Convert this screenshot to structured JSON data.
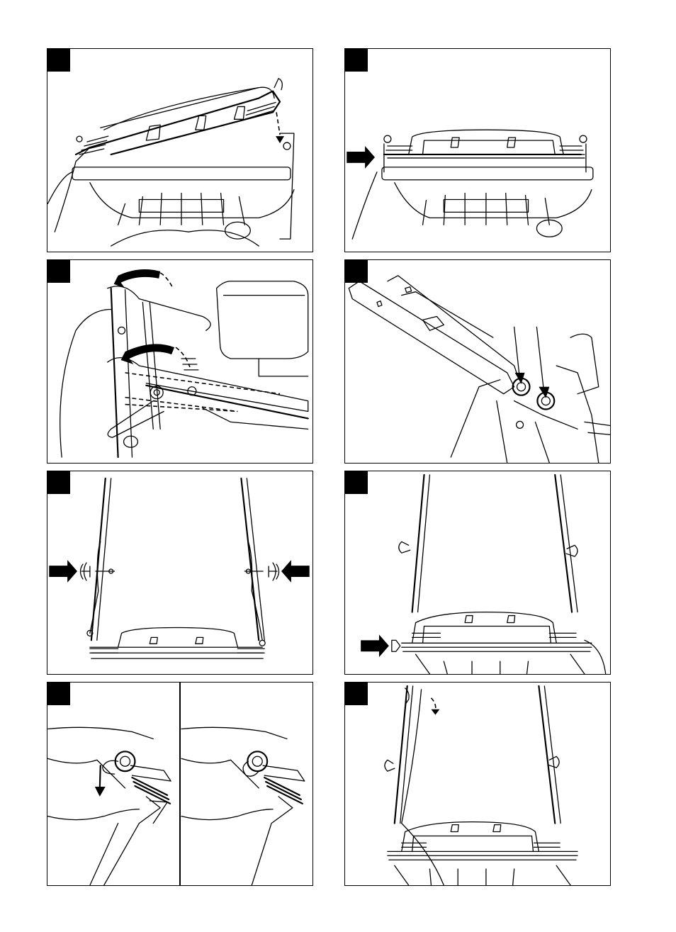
{
  "page": {
    "panels": [
      {
        "id": "panel-1",
        "description_icon": "catcher-hook-attach"
      },
      {
        "id": "panel-2",
        "description_icon": "catcher-mounted-arrow"
      },
      {
        "id": "panel-3",
        "description_icon": "handle-lower-rotate"
      },
      {
        "id": "panel-4",
        "description_icon": "handle-bolts"
      },
      {
        "id": "panel-5",
        "description_icon": "handle-knobs"
      },
      {
        "id": "panel-6",
        "description_icon": "axle-knob"
      },
      {
        "id": "panel-7",
        "description_icon": "spring-pin-detail"
      },
      {
        "id": "panel-8",
        "description_icon": "cable-clip"
      }
    ],
    "colors": {
      "ink": "#000000",
      "paper": "#ffffff"
    }
  }
}
